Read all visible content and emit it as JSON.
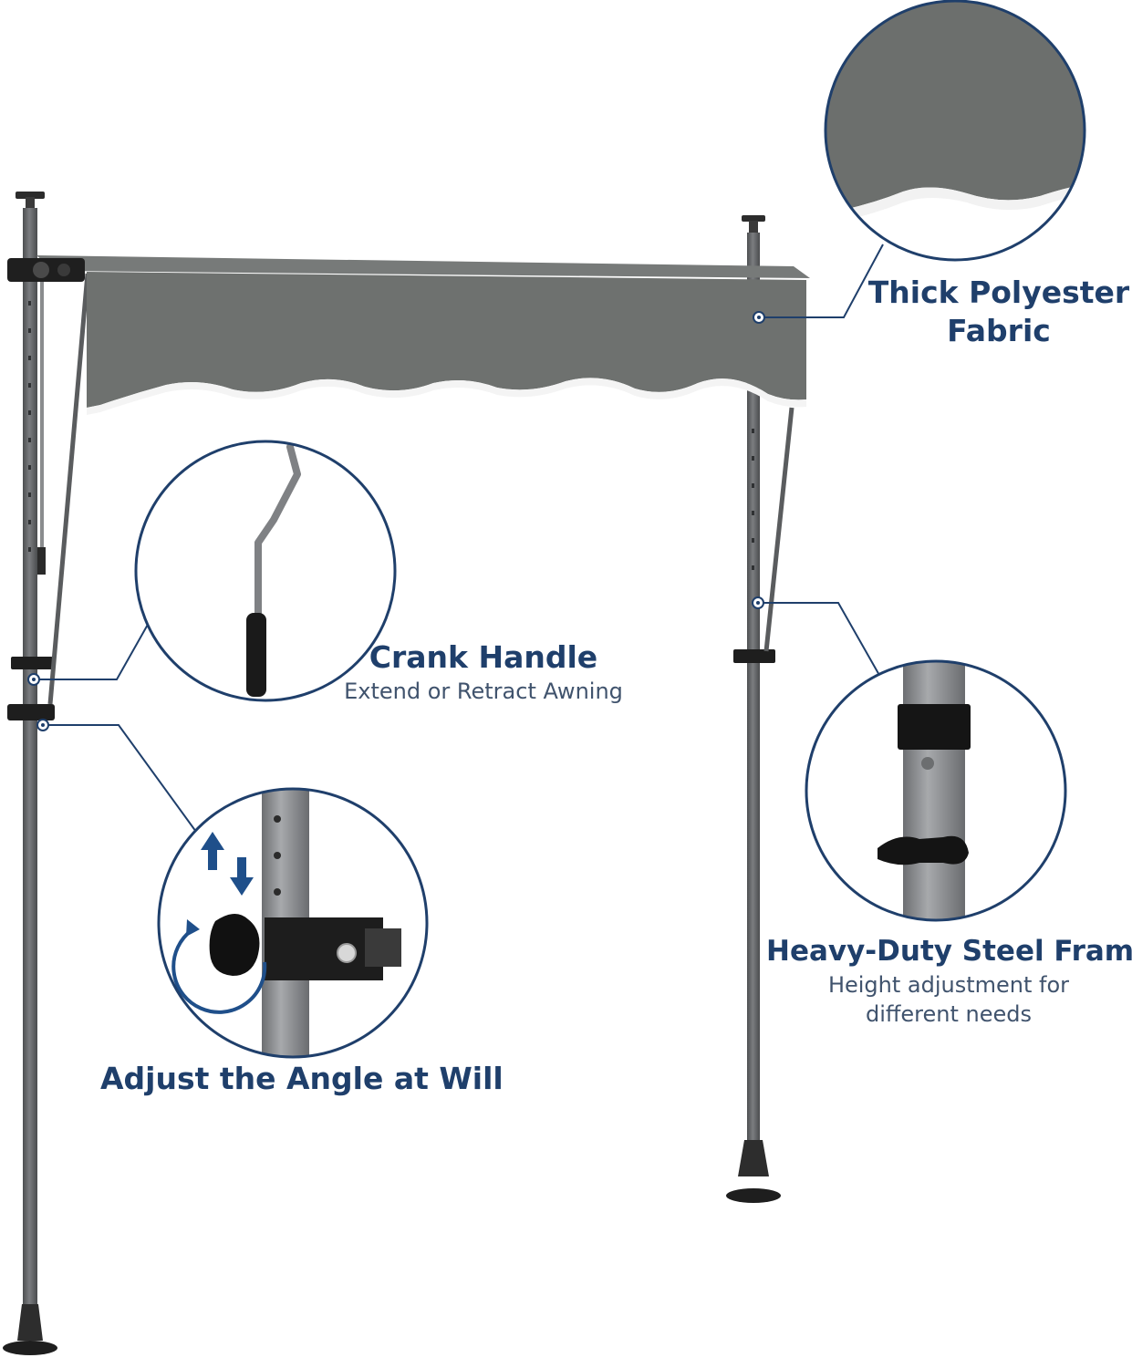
{
  "features": {
    "fabric": {
      "title_line1": "Thick Polyester",
      "title_line2": "Fabric"
    },
    "crank": {
      "title": "Crank Handle",
      "subtitle": "Extend or Retract Awning"
    },
    "angle": {
      "title": "Adjust the Angle at Will"
    },
    "frame": {
      "title": "Heavy-Duty Steel Frame",
      "subtitle_line1": "Height adjustment for",
      "subtitle_line2": "different needs"
    }
  },
  "colors": {
    "accent": "#1f3f6b",
    "fabric": "#6e716f",
    "frame": "#5f6163",
    "trim": "#ffffff",
    "background": "#ffffff"
  }
}
